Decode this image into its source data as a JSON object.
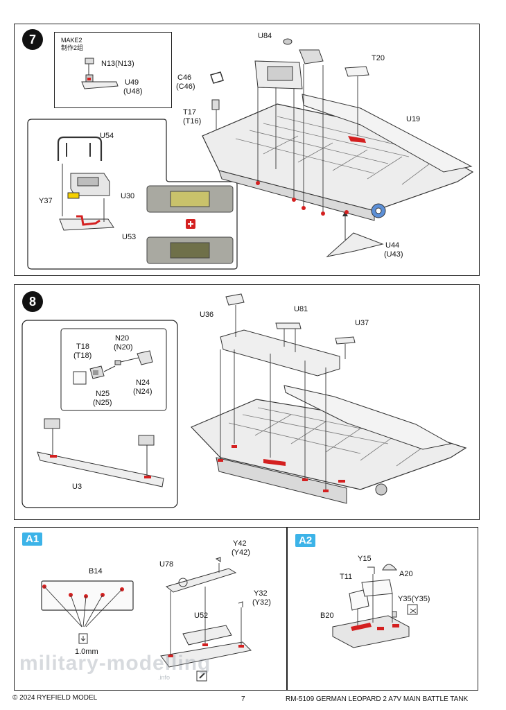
{
  "step7": {
    "number": "7",
    "make_box": {
      "title": "MAKE2",
      "title_cn": "制作2组"
    },
    "labels": {
      "n13": "N13(N13)",
      "u49": "U49",
      "u48": "(U48)",
      "u54": "U54",
      "u30": "U30",
      "y37": "Y37",
      "u53": "U53",
      "u84": "U84",
      "t20": "T20",
      "c46": "C46",
      "c46b": "(C46)",
      "t17": "T17",
      "t16": "(T16)",
      "u19": "U19",
      "u44": "U44",
      "u43": "(U43)"
    }
  },
  "step8": {
    "number": "8",
    "labels": {
      "n20": "N20",
      "n20b": "(N20)",
      "t18": "T18",
      "t18b": "(T18)",
      "n24": "N24",
      "n24b": "(N24)",
      "n25": "N25",
      "n25b": "(N25)",
      "u3": "U3",
      "u36": "U36",
      "u81": "U81",
      "u37": "U37"
    }
  },
  "a1": {
    "badge": "A1",
    "labels": {
      "b14": "B14",
      "u78": "U78",
      "y42": "Y42",
      "y42b": "(Y42)",
      "y32": "Y32",
      "y32b": "(Y32)",
      "u52": "U52",
      "drill": "1.0mm"
    }
  },
  "a2": {
    "badge": "A2",
    "labels": {
      "y15": "Y15",
      "a20": "A20",
      "t11": "T11",
      "y35": "Y35(Y35)",
      "b20": "B20"
    }
  },
  "footer": {
    "copyright": "© 2024 RYEFIELD MODEL",
    "page_number": "7",
    "product": "RM-5109 GERMAN LEOPARD  2 A7V MAIN BATTLE TANK"
  },
  "watermark": {
    "text": "military-modelling",
    "suffix": ".info"
  },
  "colors": {
    "accent_red": "#d42020",
    "badge_blue": "#3cb3e8",
    "ink": "#222222",
    "hull_fill": "#e6e6e6"
  }
}
